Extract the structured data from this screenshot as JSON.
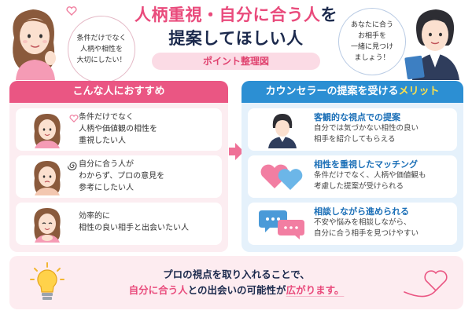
{
  "header": {
    "title_line1_a": "人柄重視",
    "title_line1_dot": "・",
    "title_line1_b": "自分に合う人",
    "title_line1_c": "を",
    "title_line2": "提案してほしい人",
    "pill": "ポイント整理図"
  },
  "bubble_left": {
    "lines": [
      "条件だけでなく",
      "人柄や相性を",
      "大切にしたい！"
    ]
  },
  "bubble_right": {
    "lines": [
      "あなたに合う",
      "お相手を",
      "一緒に見つけ",
      "ましょう！"
    ]
  },
  "left_panel": {
    "title": "こんな人におすすめ",
    "items": [
      {
        "lines": [
          "条件だけでなく",
          "人柄や価値観の相性を",
          "重視したい人"
        ]
      },
      {
        "lines": [
          "自分に合う人が",
          "わからず、プロの意見を",
          "参考にしたい人"
        ]
      },
      {
        "lines": [
          "効率的に",
          "相性の良い相手と出会いたい人"
        ]
      }
    ]
  },
  "right_panel": {
    "title_a": "カウンセラーの提案を受ける",
    "title_b": "メリット",
    "items": [
      {
        "title": "客観的な視点での提案",
        "lines": [
          "自分では気づかない相性の良い",
          "相手を紹介してもらえる"
        ]
      },
      {
        "title": "相性を重視したマッチング",
        "lines": [
          "条件だけでなく、人柄や価値観も",
          "考慮した提案が受けられる"
        ]
      },
      {
        "title": "相談しながら進められる",
        "lines": [
          "不安や悩みを相談しながら、",
          "自分に合う相手を見つけやすい"
        ]
      }
    ]
  },
  "bottom": {
    "line1": "プロの視点を取り入れることで、",
    "line2_a": "自分に合う人",
    "line2_b": "との出会いの可能性が",
    "line2_c": "広がります。"
  },
  "colors": {
    "pink_accent": "#e94b7c",
    "blue_accent": "#2c8fd3",
    "navy_text": "#1c2a4d",
    "yellow_highlight": "#ffe14b",
    "pink_bg": "#fcedf1",
    "blue_bg": "#e5f1fb"
  }
}
